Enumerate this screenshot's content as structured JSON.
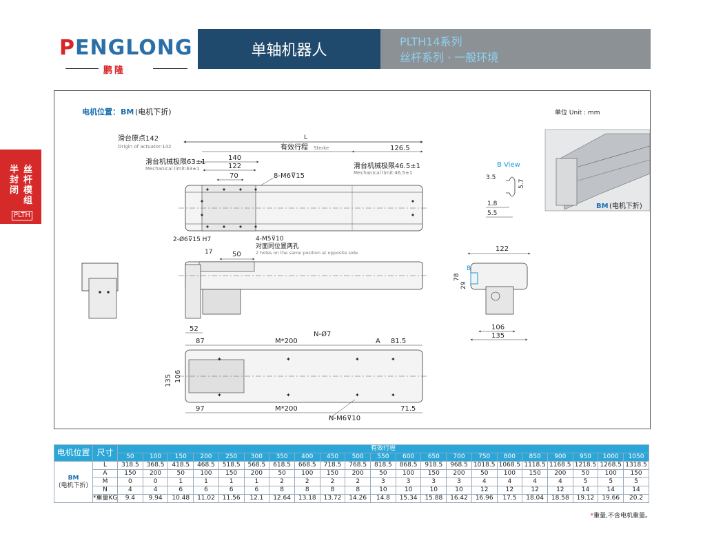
{
  "header": {
    "brand": "ENGLONG",
    "brand_prefix": "P",
    "brand_cn": "鹏隆",
    "title": "单轴机器人",
    "series_line1": "PLTH14系列",
    "series_line2": "丝杆系列 · 一般环境"
  },
  "sidetab": {
    "col1": "半封闭",
    "col2": "丝杆模组",
    "code": "PLTH"
  },
  "drawing": {
    "motor_position_label": "电机位置：",
    "motor_position_code": "BM",
    "motor_position_desc": "(电机下折)",
    "unit": "单位 Unit : mm",
    "origin_cn": "滑台原点142",
    "origin_en": "Origin of actuator:142",
    "L": "L",
    "stroke_cn": "有效行程",
    "stroke_en": "Stroke",
    "dim_126_5": "126.5",
    "mech_left_cn": "滑台机械极限63±1",
    "mech_left_en": "Mechanical limit:63±1",
    "mech_right_cn": "滑台机械极限46.5±1",
    "mech_right_en": "Mechanical limit:46.5±1",
    "dim_140": "140",
    "dim_122": "122",
    "dim_70": "70",
    "m6": "8-M6⊽15",
    "b_view": "B View",
    "dim_3_5": "3.5",
    "dim_5_7": "5.7",
    "dim_1_8": "1.8",
    "dim_5_5": "5.5",
    "pin": "2-Ø6⊽15 H7",
    "m5": "4-M5⊽10",
    "holes_cn": "对面同位置两孔",
    "holes_en": "2 holes on the same position at opposite side.",
    "dim_17": "17",
    "dim_50": "50",
    "dim_52": "52",
    "dim_122b": "122",
    "dim_78": "78",
    "dim_29": "29",
    "b_mark": "B",
    "dim_106": "106",
    "dim_135": "135",
    "dim_87": "87",
    "m200": "M*200",
    "n_d7": "N-Ø7",
    "A": "A",
    "dim_81_5": "81.5",
    "dim_135v": "135",
    "dim_106v": "106",
    "dim_97": "97",
    "m200b": "M*200",
    "dim_71_5": "71.5",
    "n_m6": "N-M6⊽10",
    "photo_label_code": "BM",
    "photo_label_desc": "(电机下折)"
  },
  "table": {
    "h_motor": "电机位置",
    "h_size": "尺寸",
    "h_stroke": "有效行程",
    "strokes": [
      "50",
      "100",
      "150",
      "200",
      "250",
      "300",
      "350",
      "400",
      "450",
      "500",
      "550",
      "600",
      "650",
      "700",
      "750",
      "800",
      "850",
      "900",
      "950",
      "1000",
      "1050"
    ],
    "motor_code": "BM",
    "motor_desc": "(电机下折)",
    "rows": [
      {
        "key": "L",
        "values": [
          "318.5",
          "368.5",
          "418.5",
          "468.5",
          "518.5",
          "568.5",
          "618.5",
          "668.5",
          "718.5",
          "768.5",
          "818.5",
          "868.5",
          "918.5",
          "968.5",
          "1018.5",
          "1068.5",
          "1118.5",
          "1168.5",
          "1218.5",
          "1268.5",
          "1318.5"
        ]
      },
      {
        "key": "A",
        "values": [
          "150",
          "200",
          "50",
          "100",
          "150",
          "200",
          "50",
          "100",
          "150",
          "200",
          "50",
          "100",
          "150",
          "200",
          "50",
          "100",
          "150",
          "200",
          "50",
          "100",
          "150"
        ]
      },
      {
        "key": "M",
        "values": [
          "0",
          "0",
          "1",
          "1",
          "1",
          "1",
          "2",
          "2",
          "2",
          "2",
          "3",
          "3",
          "3",
          "3",
          "4",
          "4",
          "4",
          "4",
          "5",
          "5",
          "5"
        ]
      },
      {
        "key": "N",
        "values": [
          "4",
          "4",
          "6",
          "6",
          "6",
          "6",
          "8",
          "8",
          "8",
          "8",
          "10",
          "10",
          "10",
          "10",
          "12",
          "12",
          "12",
          "12",
          "14",
          "14",
          "14"
        ]
      },
      {
        "key": "*重量KG",
        "values": [
          "9.4",
          "9.94",
          "10.48",
          "11.02",
          "11.56",
          "12.1",
          "12.64",
          "13.18",
          "13.72",
          "14.26",
          "14.8",
          "15.34",
          "15.88",
          "16.42",
          "16.96",
          "17.5",
          "18.04",
          "18.58",
          "19.12",
          "19.66",
          "20.2"
        ]
      }
    ],
    "footnote_star": "*",
    "footnote": "重量,不含电机重量。"
  }
}
